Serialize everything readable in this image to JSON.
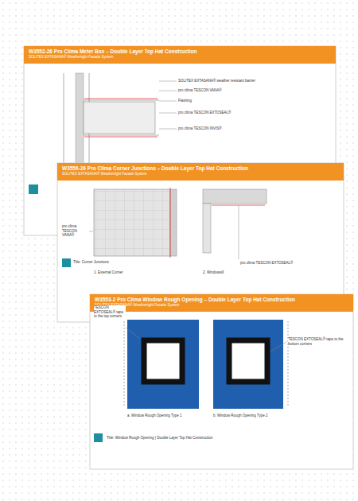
{
  "diagram": {
    "nodes": [
      {
        "text": [
          "W3552-26 Pro Clima Meter Box – Double Layer Top Hat Construction",
          "SOLITEX EXTASANA® Weathertight Facade System"
        ]
      },
      {
        "text": [
          "W3556-26 Pro Clima Corner Junctions – Double Layer Top Hat Construction",
          "SOLITEX EXTASANA® Weathertight Facade System"
        ]
      },
      {
        "text": [
          "W3553-2 Pro Clima Window Rough Opening – Double Layer Top Hat Construction",
          "SOLITEX EXTASANA® Weathertight Facade System"
        ]
      }
    ],
    "labels": [
      "SOLITEX EXTASANA® weather resistant barrier",
      "pro clima TESCON VANA®",
      "Flashing",
      "pro clima TESCON EXTOSEAL®",
      "pro clima TESCON INVIS®",
      "pro clima TESCON VANA®",
      "pro clima TESCON EXTOSEAL®",
      "1. External Corner",
      "2. Windowsill",
      "Title: Corner Junctions",
      "TESCON EXTOSEAL® tape to the top corners",
      "TESCON EXTOSEAL® tape to the bottom corners",
      "a. Window Rough Opening Type 1",
      "b. Window Rough Opening Type 2",
      "Title: Window Rough Opening | Double Layer Top Hat Construction"
    ]
  }
}
